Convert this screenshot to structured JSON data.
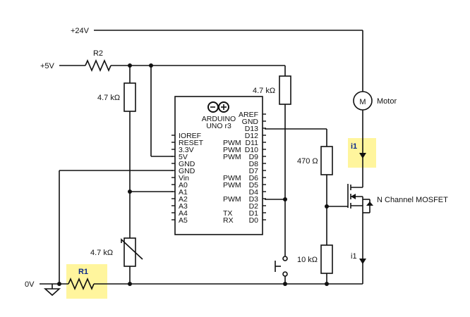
{
  "rails": {
    "v24": "+24V",
    "v5": "+5V",
    "v0": "0V"
  },
  "resistors": {
    "r2": "R2",
    "r_pullup_a0": "4.7 kΩ",
    "r_pullup_d4": "4.7 kΩ",
    "r_gate": "470 Ω",
    "r_pulldown": "10 kΩ",
    "r_thermistor": "4.7 kΩ",
    "r1": "R1"
  },
  "motor": {
    "symbol": "M",
    "label": "Motor"
  },
  "mosfet": {
    "label": "N Channel MOSFET"
  },
  "currents": {
    "upper": "i1",
    "lower": "i1"
  },
  "arduino": {
    "title": "ARDUINO",
    "subtitle": "UNO r3",
    "logo": "arduino-infinity-logo",
    "left_pins": [
      "IOREF",
      "RESET",
      "3.3V",
      "5V",
      "GND",
      "GND",
      "Vin",
      "A0",
      "A1",
      "A2",
      "A3",
      "A4",
      "A5"
    ],
    "right_pins": [
      {
        "pwm": "",
        "pin": "AREF"
      },
      {
        "pwm": "",
        "pin": "GND"
      },
      {
        "pwm": "",
        "pin": "D13"
      },
      {
        "pwm": "",
        "pin": "D12"
      },
      {
        "pwm": "PWM",
        "pin": "D11"
      },
      {
        "pwm": "PWM",
        "pin": "D10"
      },
      {
        "pwm": "PWM",
        "pin": "D9"
      },
      {
        "pwm": "",
        "pin": "D8"
      },
      {
        "pwm": "",
        "pin": "D7"
      },
      {
        "pwm": "PWM",
        "pin": "D6"
      },
      {
        "pwm": "PWM",
        "pin": "D5"
      },
      {
        "pwm": "",
        "pin": "D4"
      },
      {
        "pwm": "PWM",
        "pin": "D3"
      },
      {
        "pwm": "",
        "pin": "D2"
      },
      {
        "pwm": "TX",
        "pin": "D1"
      },
      {
        "pwm": "RX",
        "pin": "D0"
      }
    ]
  },
  "highlight_color": "#fff59d",
  "label_color": "#0b2a8a"
}
